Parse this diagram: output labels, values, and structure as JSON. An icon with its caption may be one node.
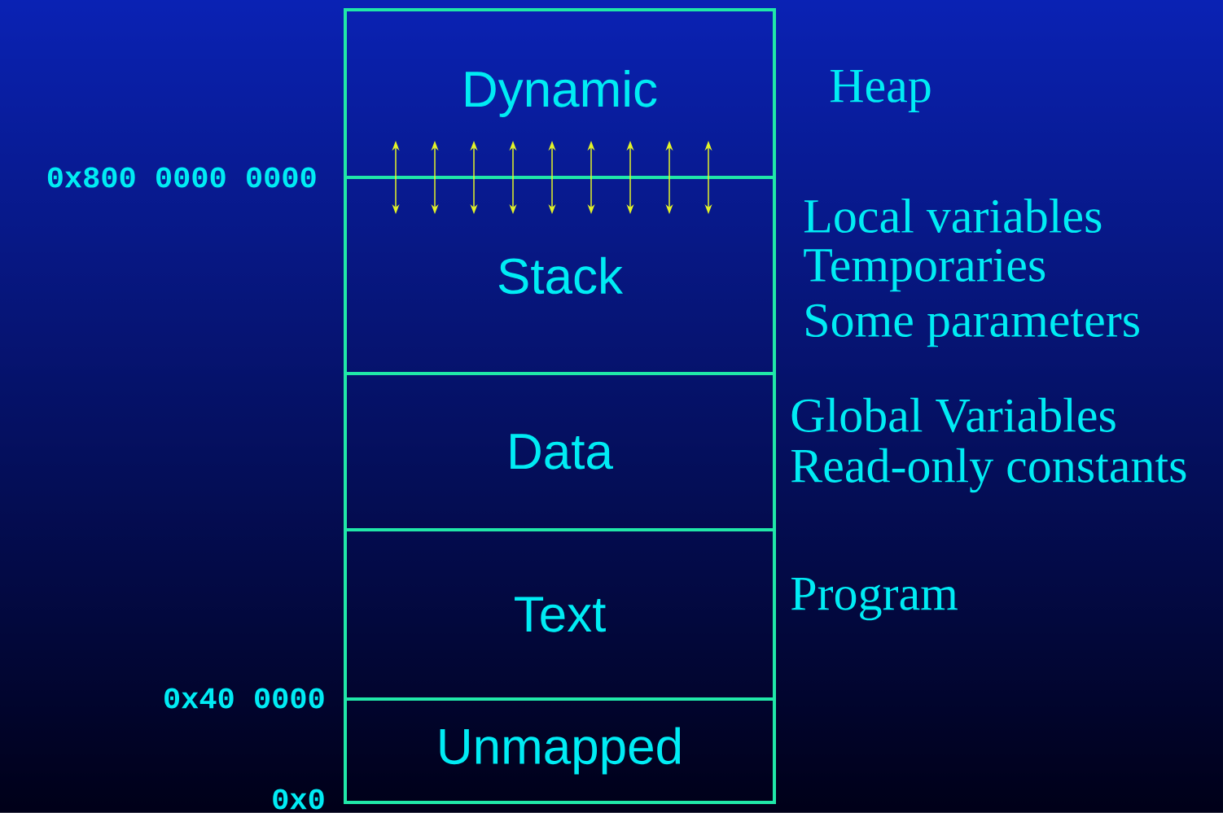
{
  "diagram": {
    "nodes": [
      {
        "text": [
          "Dynamic"
        ],
        "beside": [
          "Heap"
        ]
      },
      {
        "text": [
          "Stack"
        ],
        "beside": [
          "Local variables",
          "Temporaries",
          "Some parameters"
        ]
      },
      {
        "text": [
          "Data"
        ],
        "beside": [
          "Global Variables",
          "Read-only constants"
        ]
      },
      {
        "text": [
          "Text"
        ],
        "beside": [
          "Program"
        ]
      },
      {
        "text": [
          "Unmapped"
        ]
      }
    ],
    "edges": [
      {
        "from": 0,
        "to": 1,
        "arrow": "both"
      },
      {
        "from": 0,
        "to": 1,
        "arrow": "both"
      },
      {
        "from": 0,
        "to": 1,
        "arrow": "both"
      },
      {
        "from": 0,
        "to": 1,
        "arrow": "both"
      },
      {
        "from": 0,
        "to": 1,
        "arrow": "both"
      },
      {
        "from": 0,
        "to": 1,
        "arrow": "both"
      },
      {
        "from": 0,
        "to": 1,
        "arrow": "both"
      },
      {
        "from": 0,
        "to": 1,
        "arrow": "both"
      },
      {
        "from": 0,
        "to": 1,
        "arrow": "both"
      }
    ],
    "labels": [
      "0x800 0000 0000",
      "0x40 0000",
      "0x0"
    ]
  }
}
